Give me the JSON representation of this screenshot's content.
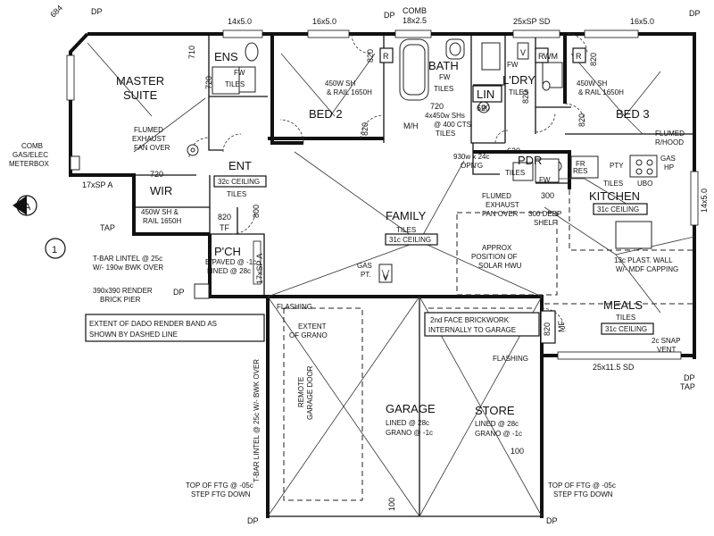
{
  "rooms": {
    "master": "MASTER",
    "suite": "SUITE",
    "ens": "ENS",
    "bed2": "BED 2",
    "bath": "BATH",
    "lin": "LIN",
    "ldry": "L'DRY",
    "bed3": "BED 3",
    "wir": "WIR",
    "ent": "ENT",
    "pch": "P'CH",
    "pdr": "PDR",
    "kitchen": "KITCHEN",
    "family": "FAMILY",
    "meals": "MEALS",
    "garage": "GARAGE",
    "store": "STORE"
  },
  "ceilings": {
    "ent": "32c CEILING",
    "kitchen": "31c CEILING",
    "family": "31c CEILING",
    "meals": "31c CEILING"
  },
  "dims": {
    "d684": "684",
    "dp1": "DP",
    "w14x50a": "14x5.0",
    "w16x50": "16x5.0",
    "dp2": "DP",
    "comb": "COMB",
    "w18x25": "18x2.5",
    "w25xspsd": "25xSP SD",
    "w16x50b": "16x5.0",
    "dp3": "DP",
    "d710": "710",
    "d720a": "720",
    "d820a": "820",
    "r1": "R",
    "r2": "R",
    "d820b": "820",
    "r3": "R",
    "d820c": "820",
    "d820d": "820",
    "d720b": "720",
    "d820e": "820",
    "d620a": "620",
    "d620b": "620",
    "d720c": "720",
    "w17xspa": "17xSP A",
    "d820f": "820",
    "tf": "TF",
    "d800": "800",
    "w17xspa2": "17xSP A",
    "w14x50c": "14x5.0",
    "d300a": "300",
    "d820g": "820",
    "w25x115sd": "25x11.5 SD",
    "dp4": "DP",
    "dp5": "DP",
    "tap1": "TAP",
    "tap2": "TAP",
    "d100a": "100",
    "d100b": "100",
    "dp6": "DP",
    "dp7": "DP",
    "mh": "M/H",
    "mf": "MF",
    "gas": "GAS",
    "pt": "PT.",
    "v": "V",
    "wm": "WM",
    "v2": "V",
    "pty": "PTY",
    "ubo": "UBO",
    "gashp": "GAS",
    "hp": "HP",
    "fridge": "FR",
    "res": "RES",
    "grid_a": "A",
    "grid_1": "1"
  },
  "notes": {
    "fw1": "FW",
    "tiles1": "TILES",
    "fw2": "FW",
    "tiles2": "TILES",
    "fw3": "FW",
    "tiles3": "TILES",
    "sh1_l1": "450W SH",
    "sh1_l2": "& RAIL 1650H",
    "sh2_l1": "450W SH",
    "sh2_l2": "& RAIL 1650H",
    "sh3_l1": "450W SH &",
    "sh3_l2": "RAIL 1650H",
    "exh1_l1": "FLUMED",
    "exh1_l2": "EXHAUST",
    "exh1_l3": "FAN OVER",
    "shr_l1": "4x450w SHs",
    "shr_l2": "@ 400 CTS",
    "shr_l3": "TILES",
    "opng_l1": "930w x 24c",
    "opng_l2": "OPN'G",
    "rhood_l1": "FLUMED",
    "rhood_l2": "R/HOOD",
    "tiles_pdr": "TILES",
    "fw_pdr": "FW",
    "tiles_k": "TILES",
    "exh2_l1": "FLUMED",
    "exh2_l2": "EXHAUST",
    "exh2_l3": "FAN OVER",
    "shelf_l1": "300 DEEP",
    "shelf_l2": "SHELF",
    "comb_l1": "COMB",
    "comb_l2": "GAS/ELEC",
    "comb_l3": "METERBOX",
    "tiles_ent": "TILES",
    "family_tiles": "TILES",
    "solar_l1": "APPROX",
    "solar_l2": "POSITION OF",
    "solar_l3": "SOLAR HWU",
    "plast_l1": "13c PLAST. WALL",
    "plast_l2": "W/- MDF CAPPING",
    "tbar1_l1": "T-BAR LINTEL @ 25c",
    "tbar1_l2": "W/- 190w BWK OVER",
    "pch_l1": "B/PAVED @ -1c",
    "pch_l2": "LINED @ 28c",
    "pier_l1": "390x390 RENDER",
    "pier_l2": "BRICK PIER",
    "dado_l1": "EXTENT OF DADO RENDER BAND AS",
    "dado_l2": "SHOWN BY DASHED LINE",
    "flashing1": "FLASHING",
    "grano_l1": "EXTENT",
    "grano_l2": "OF GRANO",
    "brick2_l1": "2nd FACE BRICKWORK",
    "brick2_l2": "INTERNALLY TO GARAGE",
    "meals_tiles": "TILES",
    "vent_l1": "2c SNAP",
    "vent_l2": "VENT",
    "flashing2": "FLASHING",
    "remote_l1": "REMOTE",
    "remote_l2": "GARAGE DOOR",
    "tbar2": "T-BAR LINTEL @ 25c W/- BWK OVER",
    "garage_l1": "LINED @ 28c",
    "garage_l2": "GRANO @ -1c",
    "store_l1": "LINED @ 28c",
    "store_l2": "GRANO @ -1c",
    "ftg1_l1": "TOP OF FTG @ -05c",
    "ftg1_l2": "STEP FTG DOWN",
    "ftg2_l1": "TOP OF FTG @ -05c",
    "ftg2_l2": "STEP FTG DOWN"
  }
}
